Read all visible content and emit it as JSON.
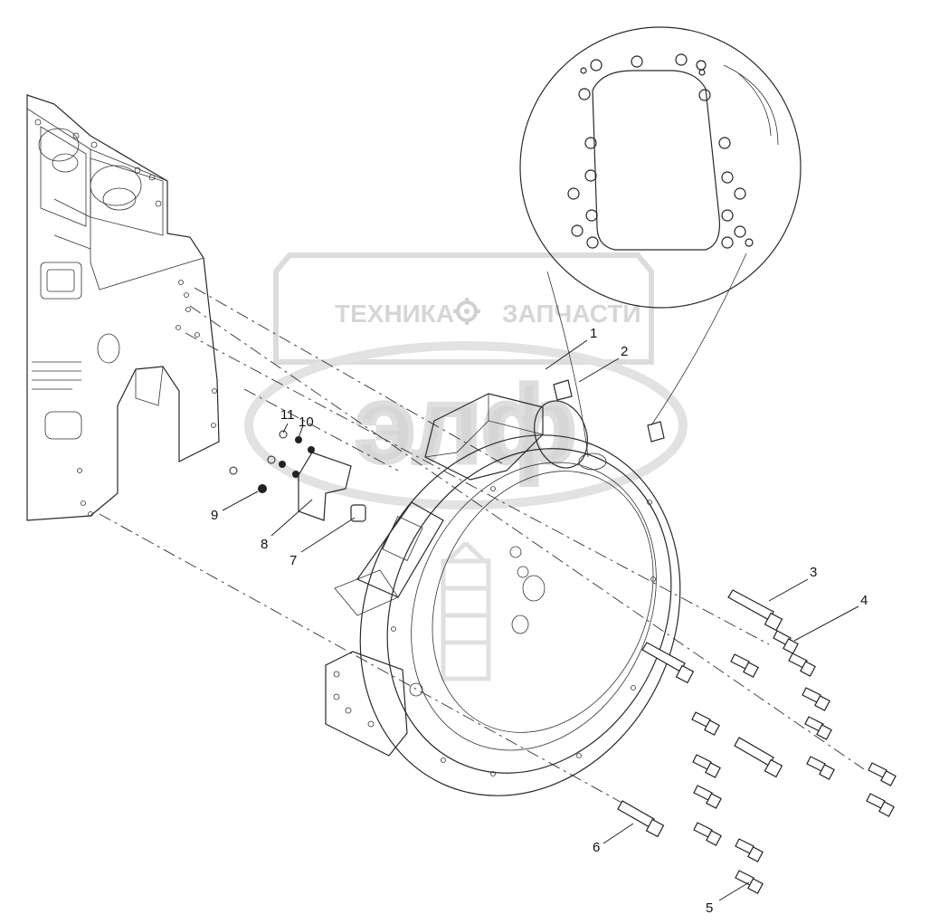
{
  "watermark": {
    "left_text": "ТЕХНИКА",
    "right_text": "ЗАПЧАСТИ",
    "logo_text": "элф"
  },
  "callouts": [
    "1",
    "2",
    "3",
    "4",
    "5",
    "6",
    "7",
    "8",
    "9",
    "10",
    "11"
  ],
  "colors": {
    "line": "#2a2a2a",
    "watermark": "#d6d6d6",
    "background": "#ffffff"
  }
}
